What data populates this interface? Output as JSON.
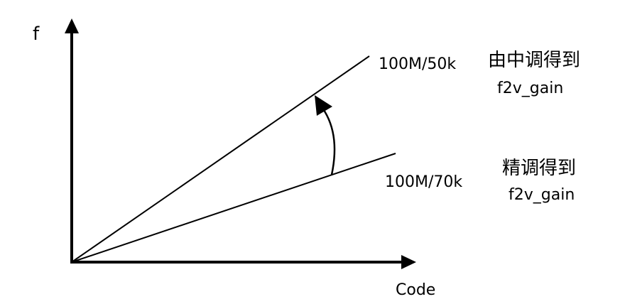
{
  "axes": {
    "y_label": "f",
    "x_label": "Code"
  },
  "lines": [
    {
      "slope_label": "100M/50k",
      "note_line1": "由中调得到",
      "note_line2": "f2v_gain"
    },
    {
      "slope_label": "100M/70k",
      "note_line1": "精调得到",
      "note_line2": "f2v_gain"
    }
  ],
  "colors": {
    "stroke": "#000000",
    "background": "#ffffff"
  }
}
